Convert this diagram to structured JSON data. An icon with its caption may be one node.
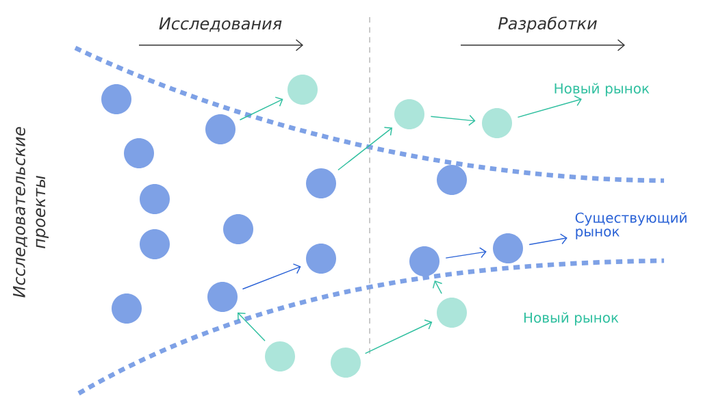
{
  "diagram": {
    "nodes": [
      {
        "text": [],
        "shape": "circle"
      },
      {
        "text": [],
        "shape": "circle"
      },
      {
        "text": [],
        "shape": "circle"
      },
      {
        "text": [],
        "shape": "circle"
      },
      {
        "text": [],
        "shape": "circle"
      },
      {
        "text": [],
        "shape": "circle"
      },
      {
        "text": [],
        "shape": "circle"
      },
      {
        "text": [],
        "shape": "circle"
      },
      {
        "text": [],
        "shape": "circle"
      },
      {
        "text": [],
        "shape": "circle"
      },
      {
        "text": [],
        "shape": "circle"
      },
      {
        "text": [],
        "shape": "circle"
      },
      {
        "text": [],
        "shape": "circle"
      },
      {
        "text": [],
        "shape": "circle"
      },
      {
        "text": [],
        "shape": "circle"
      },
      {
        "text": [],
        "shape": "circle"
      },
      {
        "text": [],
        "shape": "circle"
      },
      {
        "text": [],
        "shape": "circle"
      },
      {
        "text": [],
        "shape": "circle"
      },
      {
        "text": [
          "Новый рынок"
        ]
      },
      {
        "text": [
          "Существующий рынок"
        ]
      }
    ],
    "edges": [
      {
        "from": 5,
        "to": 9,
        "arrow": "to"
      },
      {
        "from": 10,
        "to": 13,
        "arrow": "to"
      },
      {
        "from": 13,
        "to": 17,
        "arrow": "to"
      },
      {
        "from": 17,
        "to": 19,
        "arrow": "to"
      },
      {
        "from": 8,
        "to": 6,
        "arrow": "to"
      },
      {
        "from": 6,
        "to": 11,
        "arrow": "to",
        "color": "#2a62d6"
      },
      {
        "from": 12,
        "to": 16,
        "arrow": "to"
      },
      {
        "from": 16,
        "to": 14,
        "arrow": "to"
      },
      {
        "from": 14,
        "to": 18,
        "arrow": "to",
        "color": "#2a62d6"
      },
      {
        "from": 18,
        "to": 20,
        "arrow": "to",
        "color": "#2a62d6"
      }
    ],
    "labels": [
      "Исследования",
      "Разработки",
      "Исследовательские проекты",
      "Новый рынок"
    ]
  }
}
